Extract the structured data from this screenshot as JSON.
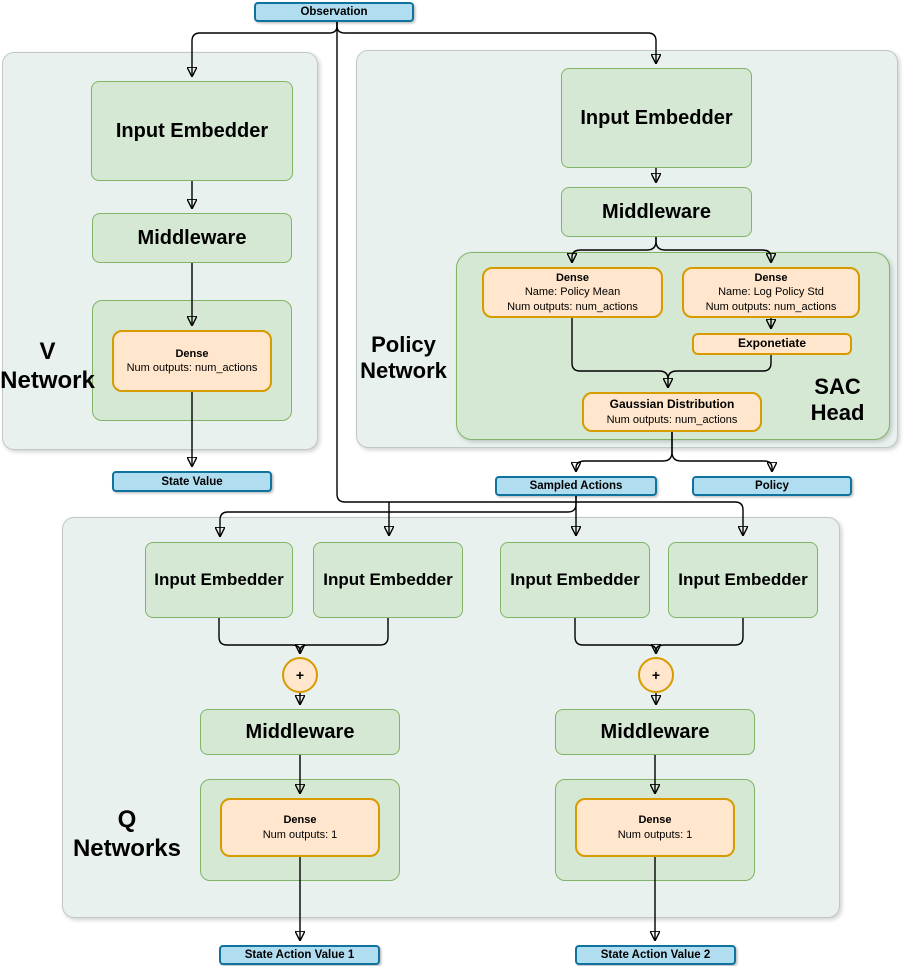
{
  "colors": {
    "blue_fill": "#B1DDF0",
    "blue_stroke": "#10739E",
    "green_fill": "#D5E8D4",
    "green_stroke": "#82B366",
    "orange_fill": "#FFE6CC",
    "orange_stroke": "#D79B00",
    "container_fill": "#E8F1ED",
    "container_stroke": "#C2C9C5"
  },
  "observation": {
    "label": "Observation"
  },
  "v_network": {
    "title1": "V",
    "title2": "Network",
    "input_embedder": "Input Embedder",
    "middleware": "Middleware",
    "dense": {
      "title": "Dense",
      "sub": "Num outputs: num_actions"
    },
    "output": "State Value"
  },
  "policy_network": {
    "title1": "Policy",
    "title2": "Network",
    "input_embedder": "Input Embedder",
    "middleware": "Middleware",
    "sac_head": {
      "title1": "SAC",
      "title2": "Head",
      "dense_mean": {
        "title": "Dense",
        "name": "Name: Policy Mean",
        "outputs": "Num outputs: num_actions"
      },
      "dense_std": {
        "title": "Dense",
        "name": "Name: Log Policy Std",
        "outputs": "Num outputs: num_actions"
      },
      "exponetiate": "Exponetiate",
      "gaussian": {
        "title": "Gaussian Distribution",
        "outputs": "Num outputs: num_actions"
      }
    },
    "output_sampled_actions": "Sampled Actions",
    "output_policy": "Policy"
  },
  "q_networks": {
    "title1": "Q",
    "title2": "Networks",
    "embedders": [
      "Input Embedder",
      "Input Embedder",
      "Input Embedder",
      "Input Embedder"
    ],
    "plus": "+",
    "q1": {
      "middleware": "Middleware",
      "dense": {
        "title": "Dense",
        "sub": "Num outputs: 1"
      },
      "output": "State Action Value 1"
    },
    "q2": {
      "middleware": "Middleware",
      "dense": {
        "title": "Dense",
        "sub": "Num outputs: 1"
      },
      "output": "State Action Value 2"
    }
  }
}
